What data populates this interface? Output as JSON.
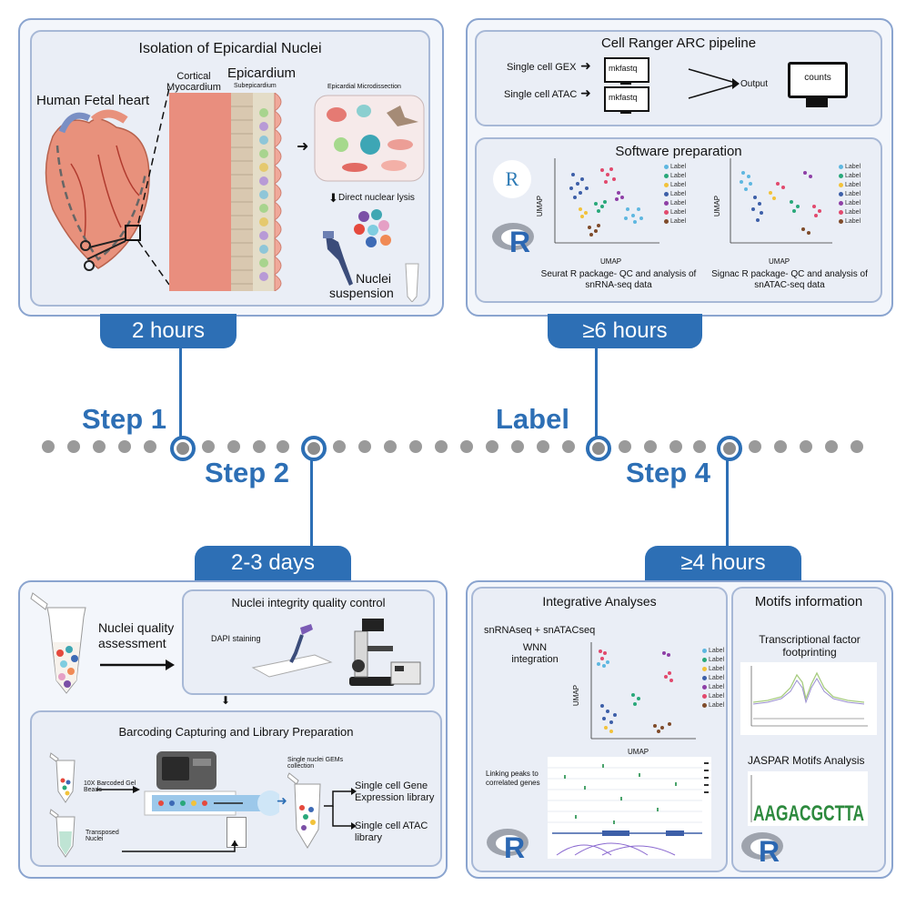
{
  "step1": {
    "label": "Step 1",
    "duration": "2 hours",
    "panel_title": "Isolation of Epicardial Nuclei",
    "heart_label": "Human Fetal heart",
    "cortical": "Cortical Myocardium",
    "epicardium": "Epicardium",
    "subepicardium": "Subepicardium",
    "microdissection": "Epicardial Microdissection",
    "lysis": "Direct nuclear lysis",
    "suspension": "Nuclei suspension"
  },
  "step2": {
    "label": "Step 2",
    "duration": "2-3 days",
    "nuclei_quality": "Nuclei quality assessment",
    "integrity_title": "Nuclei integrity quality control",
    "dapi": "DAPI staining",
    "barcoding_title": "Barcoding Capturing and Library Preparation",
    "gel_beads": "10X Barcoded Gel Beads",
    "transposed": "Transposed Nuclei",
    "gems": "Single nuclei GEMs collection",
    "gene_lib": "Single cell Gene Expression library",
    "atac_lib": "Single cell ATAC library"
  },
  "step3": {
    "label": "Label",
    "duration": "≥6 hours",
    "pipeline_title": "Cell Ranger ARC pipeline",
    "gex": "Single cell GEX",
    "atac": "Single cell ATAC",
    "mkfastq": "mkfastq",
    "output": "Output",
    "counts": "counts",
    "software_title": "Software preparation",
    "seurat": "Seurat R package- QC and analysis of snRNA-seq data",
    "signac": "Signac R package- QC and analysis of snATAC-seq data",
    "umap": "UMAP"
  },
  "step4": {
    "label": "Step 4",
    "duration": "≥4 hours",
    "integrative_title": "Integrative Analyses",
    "snrna": "snRNAseq",
    "plus": "+",
    "snatac": "snATACseq",
    "wnn": "WNN integration",
    "linking": "Linking peaks to correlated genes",
    "motifs_title": "Motifs information",
    "tf": "Transcriptional factor footprinting",
    "jaspar": "JASPAR Motifs Analysis",
    "motif_letters": "AAGACGCTTA"
  },
  "colors": {
    "accent": "#2d6fb5",
    "panel_border": "#8aa4cf",
    "dots": "#9a9a9a"
  }
}
